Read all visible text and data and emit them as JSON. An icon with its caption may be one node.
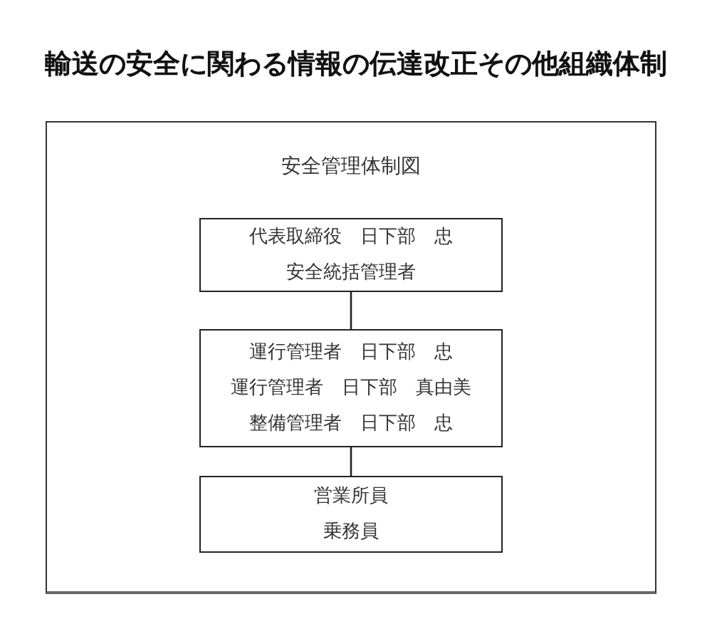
{
  "diagram": {
    "title": "輸送の安全に関わる情報の伝達改正その他組織体制",
    "nodes": [
      {
        "text": [
          "安全管理体制図"
        ]
      },
      {
        "text": [
          "代表取締役　日下部　忠",
          "安全統括管理者"
        ],
        "in": 0
      },
      {
        "text": [
          "運行管理者　日下部　忠",
          "運行管理者　日下部　真由美",
          "整備管理者　日下部　忠"
        ],
        "in": 0
      },
      {
        "text": [
          "営業所員",
          "乗務員"
        ],
        "in": 0
      }
    ],
    "edges": [
      {
        "from": 1,
        "to": 2,
        "arrow": "none"
      },
      {
        "from": 2,
        "to": 3,
        "arrow": "none"
      }
    ]
  }
}
